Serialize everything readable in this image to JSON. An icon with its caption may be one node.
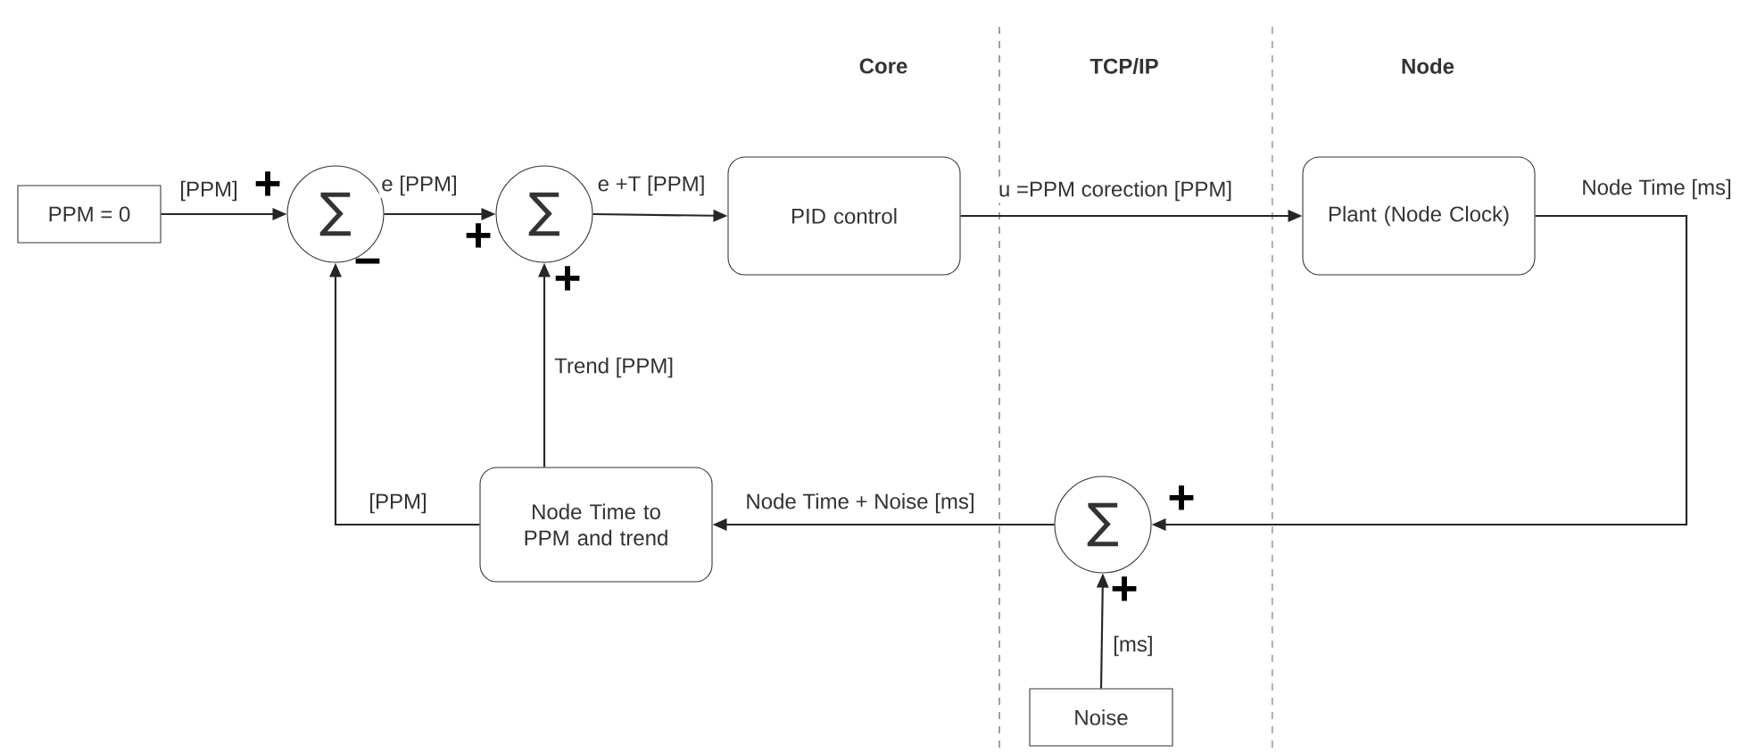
{
  "diagram": {
    "nodes": [
      {
        "text": [
          "PPM = 0"
        ]
      },
      {
        "text": [
          "∑"
        ],
        "beside": [
          "+",
          "−"
        ]
      },
      {
        "text": [
          "∑"
        ],
        "beside": [
          "+",
          "+"
        ]
      },
      {
        "text": [
          "PID control"
        ]
      },
      {
        "text": [
          "Plant (Node Clock)"
        ]
      },
      {
        "text": [
          "Node Time to PPM and trend"
        ]
      },
      {
        "text": [
          "∑"
        ],
        "beside": [
          "+",
          "+"
        ]
      },
      {
        "text": [
          "Noise"
        ]
      }
    ],
    "edges": [
      {
        "from": 0,
        "to": 1,
        "arrow": "to",
        "label": "[PPM]"
      },
      {
        "from": 1,
        "to": 2,
        "arrow": "to",
        "label": "e [PPM]"
      },
      {
        "from": 2,
        "to": 3,
        "arrow": "to",
        "label": "e +T [PPM]"
      },
      {
        "from": 3,
        "to": 4,
        "arrow": "to",
        "label": "u =PPM corection [PPM]"
      },
      {
        "from": 4,
        "to": 6,
        "arrow": "to",
        "label": "Node Time [ms]"
      },
      {
        "from": 6,
        "to": 5,
        "arrow": "to",
        "label": "Node Time + Noise [ms]"
      },
      {
        "from": 5,
        "to": 1,
        "arrow": "to",
        "label": "[PPM]"
      },
      {
        "from": 5,
        "to": 2,
        "arrow": "to",
        "label": "Trend [PPM]"
      },
      {
        "from": 7,
        "to": 6,
        "arrow": "to",
        "label": "[ms]"
      }
    ],
    "labels": [
      "Core",
      "TCP/IP",
      "Node"
    ]
  }
}
